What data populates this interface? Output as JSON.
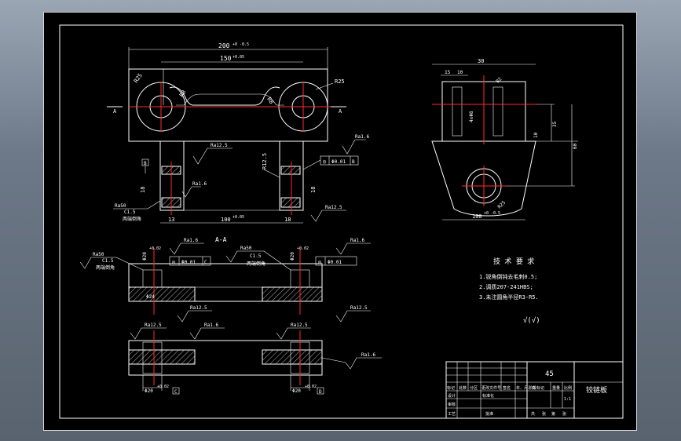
{
  "top_view": {
    "dim_overall": "200",
    "dim_overall_tol": "+0 -0.5",
    "dim_center": "150",
    "dim_center_tol": "+0.05",
    "r_left_outer": "R25",
    "r_left_inner": "R8",
    "r_right_inner": "R8",
    "r_right_outer": "R25",
    "sec_a": "A"
  },
  "front_view": {
    "dim_left": "13",
    "dim_right": "18",
    "dim_bottom": "100",
    "dim_bottom_tol": "+0.05",
    "dim_height_left": "18",
    "dim_height_right": "18",
    "dim_vert_mid": "R12.5",
    "datum": "B",
    "rough_left_top": "Ra12.5",
    "rough_left_mid": "Ra1.6",
    "rough_right_top": "Ra1.6",
    "rough_right_bot": "Ra12.5",
    "chamfer": "C1.5",
    "note_left_1": "Ra50",
    "note_left_2": "两端倒角",
    "fcf_sym": "◎",
    "fcf_val": "Φ0.01",
    "fcf_ref": "B"
  },
  "side_view": {
    "dim_top": "30",
    "dim_15": "15",
    "dim_10": "10",
    "dim_r2": "R2",
    "dim_slot": "4xΦ8",
    "dim_10b": "10",
    "dim_35": "35",
    "dim_60": "60",
    "dim_bottom": "100",
    "dim_bottom_tol": "+0 -0.5",
    "r_bottom": "R25"
  },
  "section": {
    "title": "A-A",
    "note_left_1": "Ra50",
    "note_left_2": "C1.5",
    "note_left_3": "两端倒角",
    "dim_top_left": "Φ20",
    "dim_top_left_tol": "+0.02",
    "dim_mid_left": "Φ24",
    "fcf_left_val": "Φ0.01",
    "fcf_left_ref": "C",
    "rough_top_left": "Ra1.6",
    "note_mid_1": "Ra50",
    "note_mid_2": "C1.5",
    "note_mid_3": "两端倒角",
    "dim_top_right": "Φ20",
    "dim_top_right_tol": "+0.02",
    "fcf_right_val": "Φ0.01",
    "rough_top_right": "Ra1.6",
    "rough_mid_left": "Ra12.5",
    "rough_mid_right": "Ra12.5",
    "rough_low_left": "Ra12.5",
    "rough_low_mid": "Ra1.6",
    "rough_low_right": "Ra12.5",
    "rough_bottom_right": "Ra1.6",
    "dim_bot_left": "Φ20",
    "dim_bot_left_tol": "+0.02",
    "datum_left": "C",
    "dim_bot_right": "Φ20",
    "dim_bot_right_tol": "+0.02",
    "datum_right": "D"
  },
  "tech_req": {
    "title": "技 术 要 求",
    "items": [
      "1.锐角倒钝去毛刺0.5;",
      "2.调质207-241HBS;",
      "3.未注圆角半径R3-R5."
    ],
    "rough_symbol": "√(√)"
  },
  "title_block": {
    "material": "45",
    "part_name": "铰链板",
    "labels": [
      "标记",
      "处数",
      "分区",
      "更改文件号",
      "签名",
      "年、月、日"
    ],
    "row2": [
      "设计",
      "标准化"
    ],
    "row3": [
      "审核"
    ],
    "row4": [
      "工艺",
      "批准"
    ],
    "stage_labels": [
      "阶段标记",
      "重量",
      "比例"
    ],
    "scale": "1:1",
    "sheet_labels": [
      "共",
      "张",
      "第",
      "张"
    ]
  }
}
